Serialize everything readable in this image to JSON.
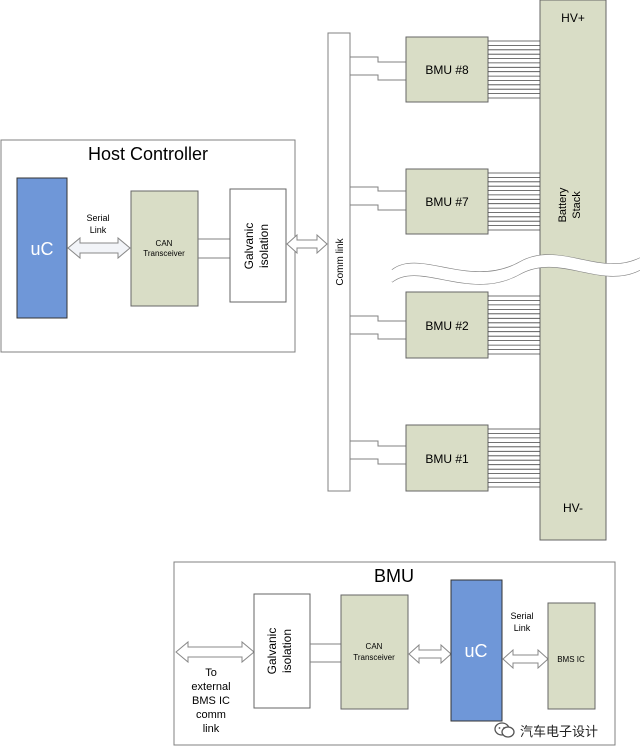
{
  "host": {
    "title": "Host Controller",
    "uc": "uC",
    "serial_link": [
      "Serial",
      "Link"
    ],
    "can": [
      "CAN",
      "Transceiver"
    ],
    "galvanic": [
      "Galvanic",
      "isolation"
    ]
  },
  "comm_link": "Comm link",
  "bmus": [
    "BMU #8",
    "BMU #7",
    "BMU #2",
    "BMU #1"
  ],
  "battery": {
    "label": [
      "Battery",
      "Stack"
    ],
    "hv_plus": "HV+",
    "hv_minus": "HV-"
  },
  "bmu_detail": {
    "title": "BMU",
    "external": [
      "To",
      "external",
      "BMS IC",
      "comm",
      "link"
    ],
    "galvanic": [
      "Galvanic",
      "isolation"
    ],
    "can": [
      "CAN",
      "Transceiver"
    ],
    "uc": "uC",
    "serial_link": [
      "Serial",
      "Link"
    ],
    "bms_ic": "BMS IC"
  },
  "watermark": "汽车电子设计",
  "colors": {
    "uc_fill": "#6f97d8",
    "box_fill": "#d9ddc6",
    "line": "#808080"
  }
}
